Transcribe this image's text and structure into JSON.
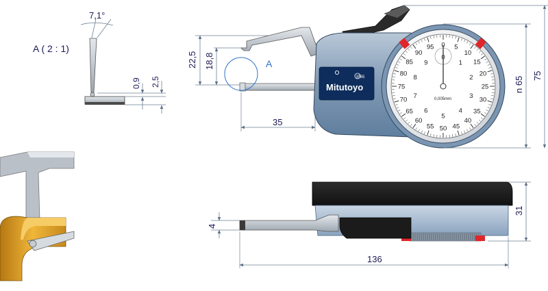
{
  "detail": {
    "label": "A ( 2 : 1)",
    "angle": "7,1°",
    "dim_small_1": "0,9",
    "dim_small_2": "2,5"
  },
  "front_view": {
    "dim_22_5": "22,5",
    "dim_18_8": "18,8",
    "dim_35": "35",
    "callout": "A",
    "dim_n65": "n 65",
    "dim_75": "75"
  },
  "gauge": {
    "brand": "Mitutoyo",
    "ip_rating": "IP65",
    "resolution": "0,005mm",
    "outer_scale": [
      "0",
      "5",
      "10",
      "15",
      "20",
      "25",
      "30",
      "35",
      "40",
      "45",
      "50",
      "55",
      "60",
      "65",
      "70",
      "75",
      "80",
      "85",
      "90",
      "95"
    ],
    "inner_scale": [
      "0",
      "1",
      "2",
      "3",
      "4",
      "5",
      "6",
      "7",
      "8",
      "9"
    ]
  },
  "side_view": {
    "dim_4": "4",
    "dim_31": "31",
    "dim_136": "136"
  },
  "colors": {
    "dim_line": "#6d7f93",
    "text": "#1a1a55",
    "callout_blue": "#2f73c9",
    "body_blue": "#4a6f97",
    "red_marker": "#e0262a",
    "ring_gold": "#d89a22"
  }
}
